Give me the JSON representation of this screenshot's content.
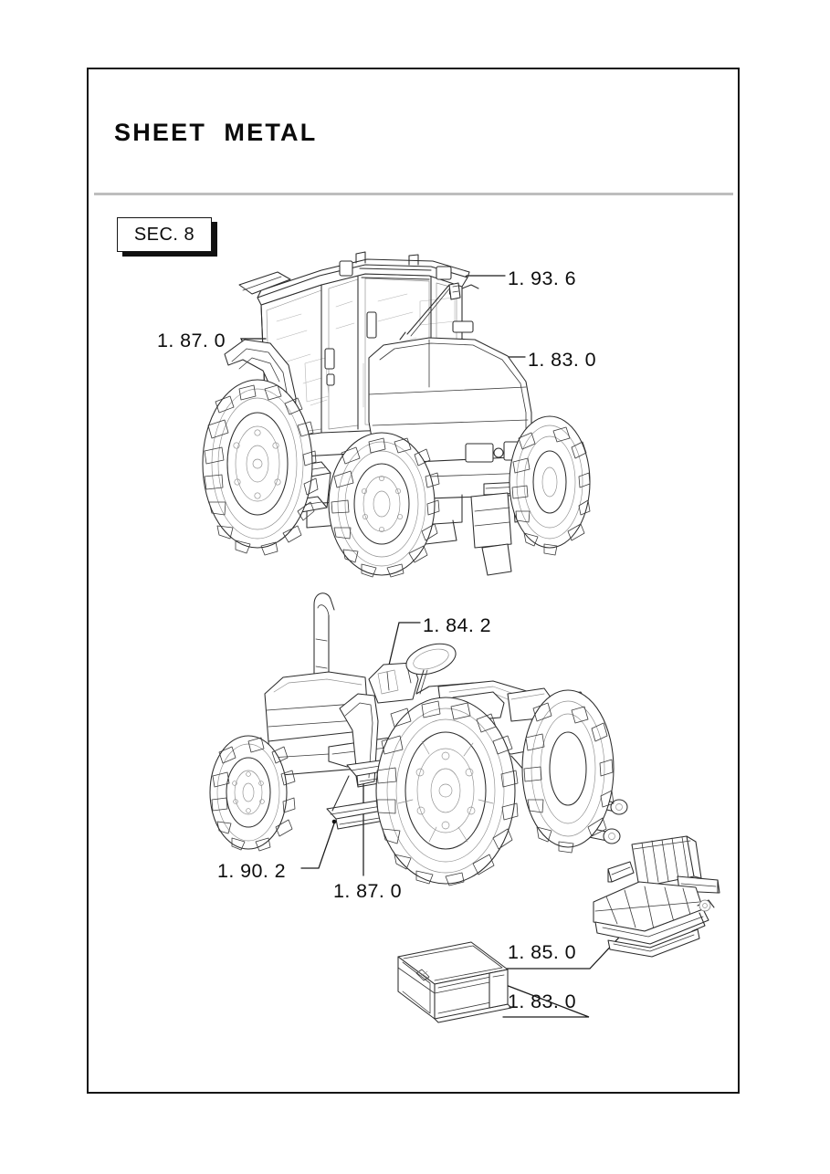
{
  "page": {
    "title": "SHEET  METAL",
    "section_badge": "SEC. 8"
  },
  "callouts": [
    {
      "id": "c1",
      "code": "1. 93. 6",
      "view": "upper-tractor",
      "part": "mirror-bracket"
    },
    {
      "id": "c2",
      "code": "1. 87. 0",
      "view": "upper-tractor",
      "part": "rear-fender"
    },
    {
      "id": "c3",
      "code": "1. 83. 0",
      "view": "upper-tractor",
      "part": "hood-bonnet"
    },
    {
      "id": "c4",
      "code": "1. 84. 2",
      "view": "lower-tractor",
      "part": "instrument-panel"
    },
    {
      "id": "c5",
      "code": "1. 90. 2",
      "view": "lower-tractor",
      "part": "step-ladder"
    },
    {
      "id": "c6",
      "code": "1. 87. 0",
      "view": "lower-tractor",
      "part": "platform-fender"
    },
    {
      "id": "c7",
      "code": "1. 85. 0",
      "view": "seat",
      "part": "operator-seat"
    },
    {
      "id": "c8",
      "code": "1. 83. 0",
      "view": "toolbox",
      "part": "tool-box"
    }
  ],
  "figures": [
    {
      "id": "fig-upper",
      "name": "tractor-with-cab-front-left-view"
    },
    {
      "id": "fig-lower",
      "name": "tractor-without-cab-rear-left-view"
    },
    {
      "id": "fig-seat",
      "name": "operator-seat-assembly"
    },
    {
      "id": "fig-toolbox",
      "name": "tool-box-assembly"
    }
  ],
  "colors": {
    "ink": "#111111",
    "line": "#2c2c2c",
    "rule": "#bdbdbd",
    "paper": "#ffffff"
  }
}
